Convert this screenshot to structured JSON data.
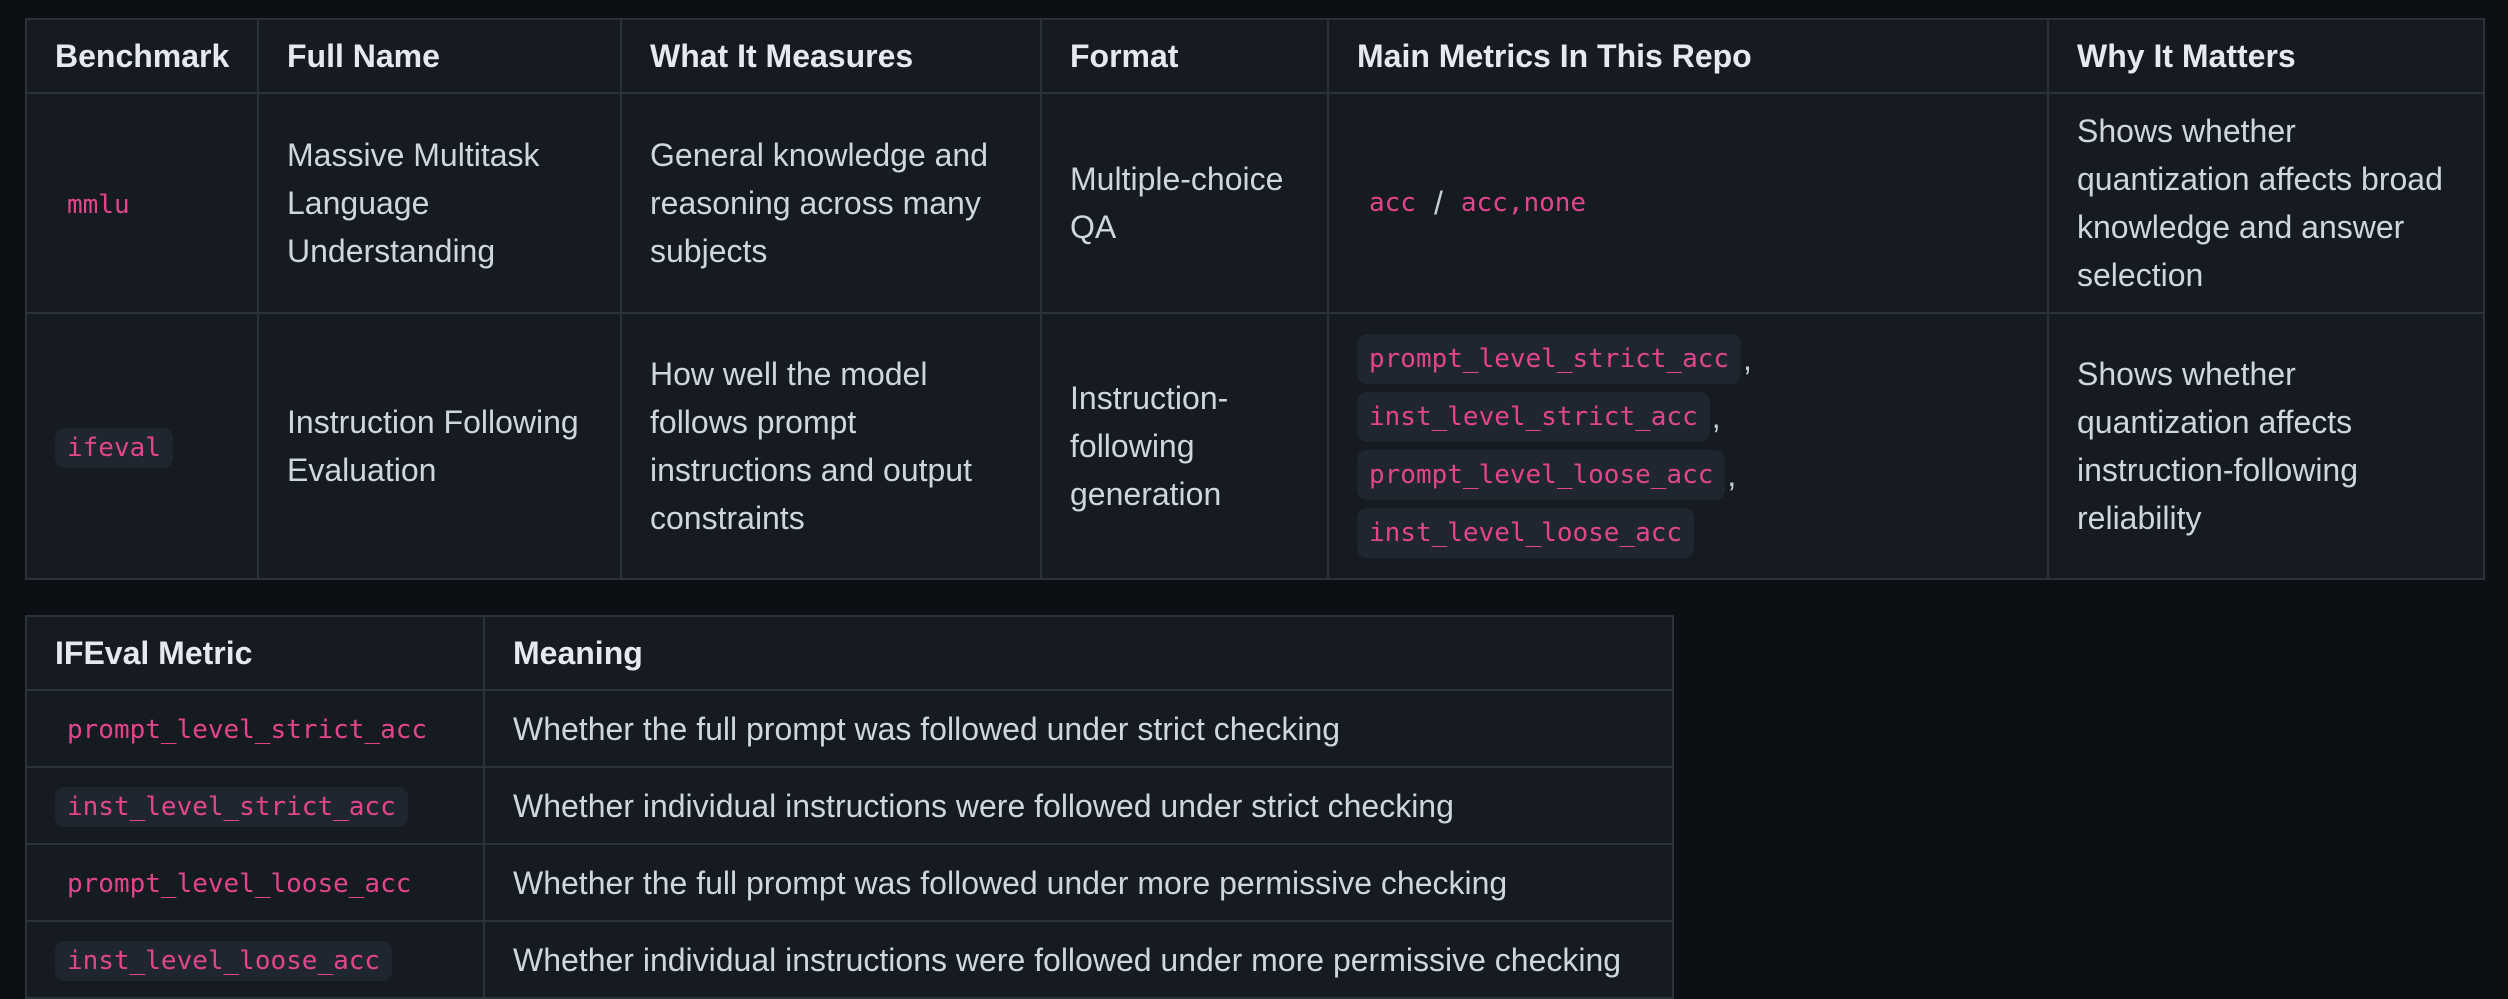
{
  "punct": {
    "slash": "/",
    "comma": ","
  },
  "colors": {
    "page_background": "#0c0f14",
    "cell_background": "#161a21",
    "border": "#2c323b",
    "body_text": "#ced6de",
    "header_text": "#e4eaf0",
    "code_pink": "#e2458c",
    "code_chip_background": "#1f2630"
  },
  "benchmarks_table": {
    "headers": [
      "Benchmark",
      "Full Name",
      "What It Measures",
      "Format",
      "Main Metrics In This Repo",
      "Why It Matters"
    ],
    "rows": [
      {
        "benchmark": "mmlu",
        "full_name": "Massive Multitask Language Understanding",
        "measures": "General knowledge and reasoning across many subjects",
        "format": "Multiple-choice QA",
        "metrics": [
          "acc",
          "acc,none"
        ],
        "why": "Shows whether quantization affects broad knowledge and answer selection"
      },
      {
        "benchmark": "ifeval",
        "full_name": "Instruction Following Evaluation",
        "measures": "How well the model follows prompt instructions and output constraints",
        "format": "Instruction-following generation",
        "metrics": [
          "prompt_level_strict_acc",
          "inst_level_strict_acc",
          "prompt_level_loose_acc",
          "inst_level_loose_acc"
        ],
        "why": "Shows whether quantization affects instruction-following reliability"
      }
    ]
  },
  "ifeval_table": {
    "headers": [
      "IFEval Metric",
      "Meaning"
    ],
    "rows": [
      {
        "metric": "prompt_level_strict_acc",
        "meaning": "Whether the full prompt was followed under strict checking"
      },
      {
        "metric": "inst_level_strict_acc",
        "meaning": "Whether individual instructions were followed under strict checking"
      },
      {
        "metric": "prompt_level_loose_acc",
        "meaning": "Whether the full prompt was followed under more permissive checking"
      },
      {
        "metric": "inst_level_loose_acc",
        "meaning": "Whether individual instructions were followed under more permissive checking"
      }
    ]
  }
}
